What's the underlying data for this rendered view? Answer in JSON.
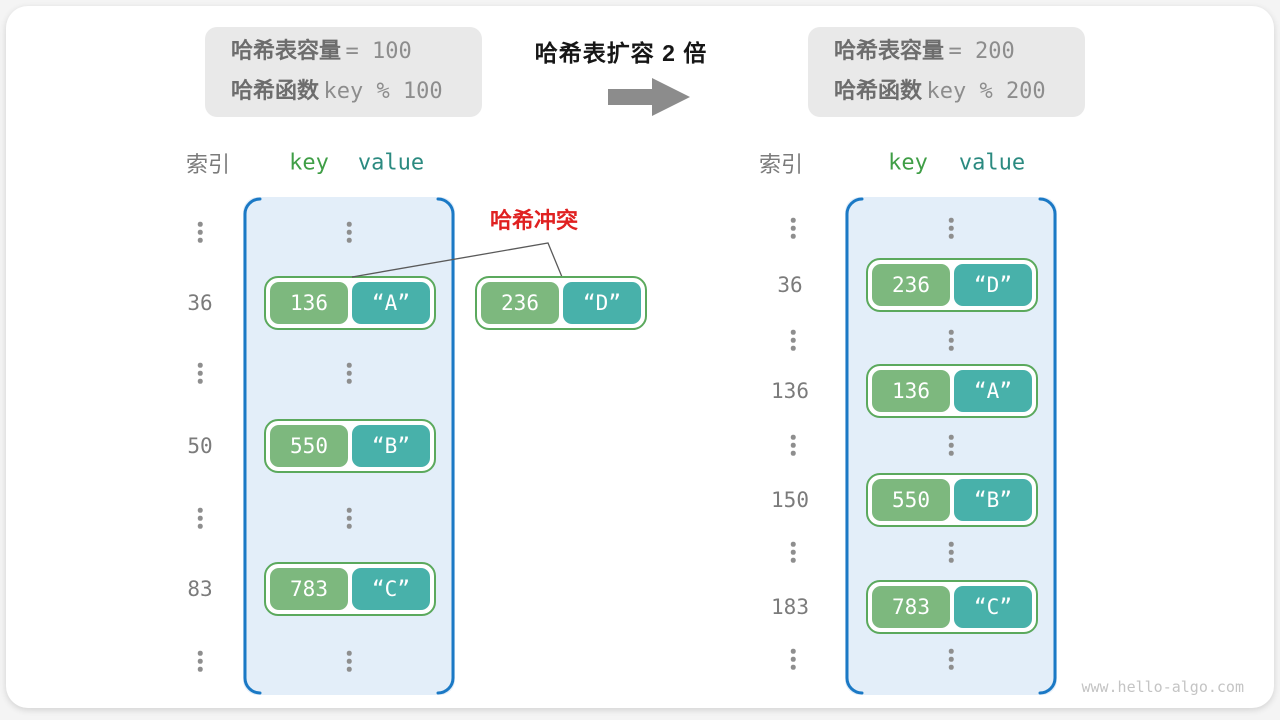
{
  "title": "哈希表扩容 2 倍",
  "collision_label": "哈希冲突",
  "watermark": "www.hello-algo.com",
  "info_left": {
    "capacity_label": "哈希表容量",
    "capacity_value": "= 100",
    "hash_label": "哈希函数",
    "hash_value": "key % 100"
  },
  "info_right": {
    "capacity_label": "哈希表容量",
    "capacity_value": "= 200",
    "hash_label": "哈希函数",
    "hash_value": "key % 200"
  },
  "left_table": {
    "headers": {
      "index": "索引",
      "key": "key",
      "value": "value"
    },
    "indices": [
      "36",
      "50",
      "83"
    ],
    "pairs": [
      {
        "key": "136",
        "value": "“A”"
      },
      {
        "key": "550",
        "value": "“B”"
      },
      {
        "key": "783",
        "value": "“C”"
      }
    ]
  },
  "collision_pair": {
    "key": "236",
    "value": "“D”"
  },
  "right_table": {
    "headers": {
      "index": "索引",
      "key": "key",
      "value": "value"
    },
    "indices": [
      "36",
      "136",
      "150",
      "183"
    ],
    "pairs": [
      {
        "key": "236",
        "value": "“D”"
      },
      {
        "key": "136",
        "value": "“A”"
      },
      {
        "key": "550",
        "value": "“B”"
      },
      {
        "key": "783",
        "value": "“C”"
      }
    ]
  },
  "icons": {
    "arrow": "right-block-arrow"
  },
  "colors": {
    "container_border": "#1b79c5",
    "container_fill": "#e3eef9",
    "key_fill": "#7db87e",
    "value_fill": "#48b1aa",
    "pair_border": "#5ba95d",
    "collision_red": "#e02121",
    "key_header": "#3f9e46",
    "value_header": "#2b8a80",
    "arrow_gray": "#8c8c8c",
    "index_gray": "#7b7b7b",
    "dot_gray": "#8e8e8e",
    "infobox_bg": "#e9e9e9",
    "infobox_label": "#6d6d6d",
    "infobox_value": "#8d8d8d",
    "title_black": "#161616",
    "watermark_gray": "#c4c4c4",
    "connector_gray": "#5a5a5a"
  }
}
